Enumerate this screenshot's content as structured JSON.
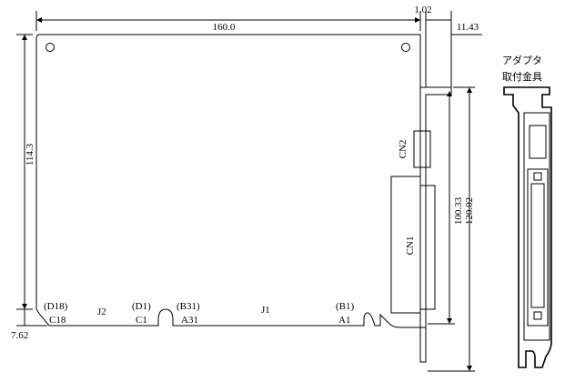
{
  "dimensions": {
    "width": "160.0",
    "height": "114.3",
    "bracket_offset": "1.02",
    "bracket_width": "11.43",
    "inner_height": "100.33",
    "outer_height": "120.02",
    "bottom_offset": "7.62"
  },
  "connectors": {
    "cn1": "CN1",
    "cn2": "CN2"
  },
  "edge_labels": {
    "d18": "(D18)",
    "c18": "C18",
    "j2": "J2",
    "d1": "(D1)",
    "c1": "C1",
    "b31": "(B31)",
    "a31": "A31",
    "j1": "J1",
    "b1": "(B1)",
    "a1": "A1"
  },
  "bracket_title": {
    "line1": "アダプタ",
    "line2": "取付金具"
  }
}
